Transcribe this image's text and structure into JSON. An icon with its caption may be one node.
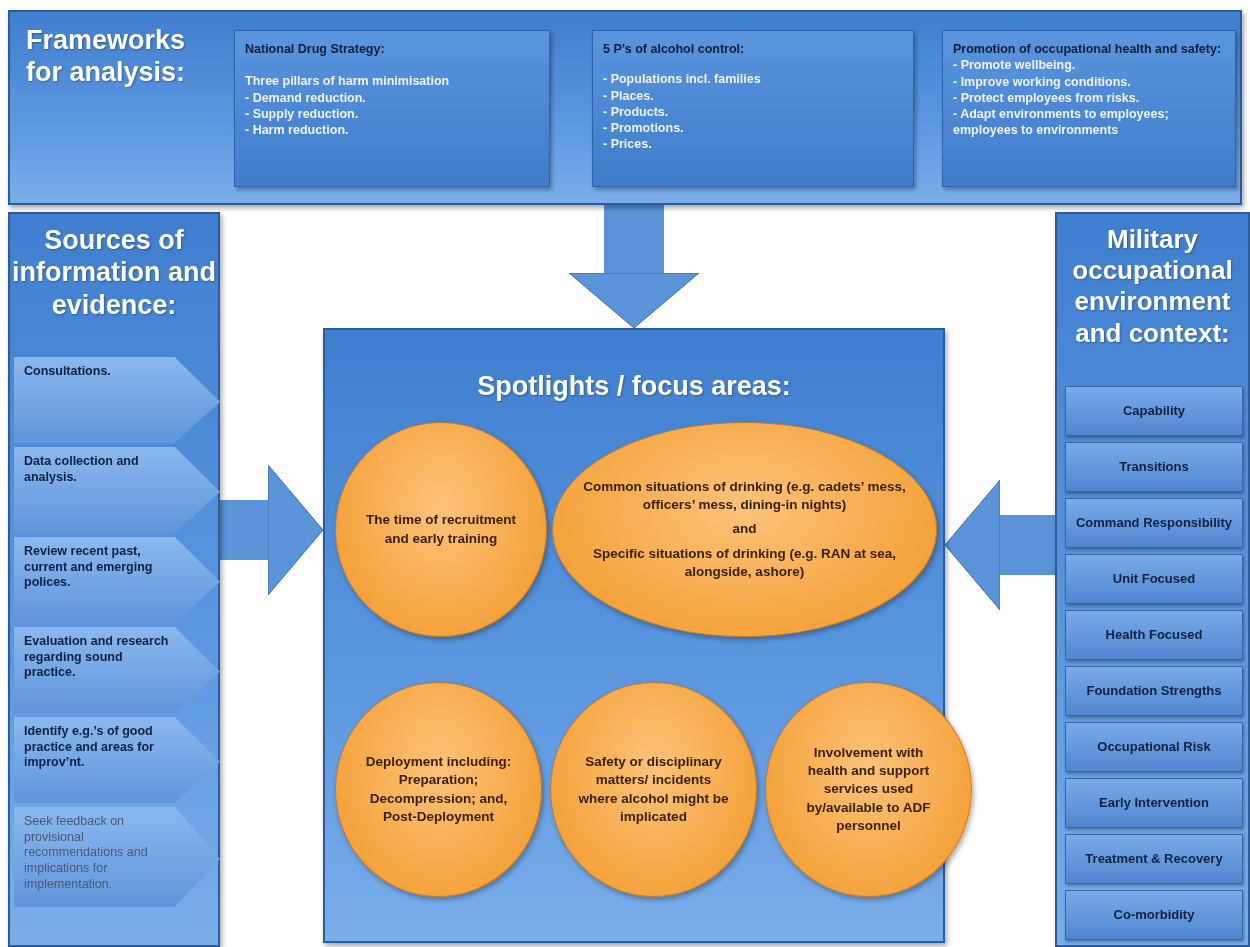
{
  "diagram": {
    "nodes": [
      {
        "text": [
          "Frameworks for analysis:"
        ]
      },
      {
        "text": [
          "National Drug Strategy:",
          "Three pillars of harm minimisation",
          "- Demand reduction.",
          "- Supply reduction.",
          "- Harm reduction."
        ],
        "in": 0
      },
      {
        "text": [
          "5 P’s of alcohol control:",
          "- Populations incl. families",
          "- Places.",
          "- Products.",
          "- Promotions.",
          "- Prices."
        ],
        "in": 0
      },
      {
        "text": [
          "Promotion of occupational health and safety:",
          "- Promote wellbeing.",
          "- Improve working conditions.",
          "- Protect employees from risks.",
          "- Adapt environments to employees; employees to environments"
        ],
        "in": 0
      },
      {
        "text": [
          "Sources of information and evidence:"
        ]
      },
      {
        "text": [
          "Consultations."
        ],
        "in": 4
      },
      {
        "text": [
          "Data collection and analysis."
        ],
        "in": 4
      },
      {
        "text": [
          "Review recent past, current and emerging polices."
        ],
        "in": 4
      },
      {
        "text": [
          "Evaluation and research regarding sound practice."
        ],
        "in": 4
      },
      {
        "text": [
          "Identify e.g.’s of good practice and areas for improv’nt."
        ],
        "in": 4
      },
      {
        "text": [
          "Seek feedback on provisional recommendations and implications for implementation."
        ],
        "in": 4
      },
      {
        "text": [
          "Spotlights / focus areas:"
        ]
      },
      {
        "text": [
          "The time of recruitment and early training"
        ],
        "in": 11
      },
      {
        "text": [
          "Common situations of drinking (e.g. cadets’ mess, officers’ mess, dining-in nights)",
          "and",
          "Specific situations of drinking (e.g. RAN at sea, alongside, ashore)"
        ],
        "in": 11
      },
      {
        "text": [
          "Deployment including: Preparation; Decompression; and, Post-Deployment"
        ],
        "in": 11
      },
      {
        "text": [
          "Safety or disciplinary matters/ incidents where alcohol might be implicated"
        ],
        "in": 11
      },
      {
        "text": [
          "Involvement with health and support services used by/available to ADF personnel"
        ],
        "in": 11
      },
      {
        "text": [
          "Military occupational environment and context:"
        ]
      },
      {
        "text": [
          "Capability"
        ],
        "in": 17
      },
      {
        "text": [
          "Transitions"
        ],
        "in": 17
      },
      {
        "text": [
          "Command Responsibility"
        ],
        "in": 17
      },
      {
        "text": [
          "Unit Focused"
        ],
        "in": 17
      },
      {
        "text": [
          "Health Focused"
        ],
        "in": 17
      },
      {
        "text": [
          "Foundation Strengths"
        ],
        "in": 17
      },
      {
        "text": [
          "Occupational Risk"
        ],
        "in": 17
      },
      {
        "text": [
          "Early Intervention"
        ],
        "in": 17
      },
      {
        "text": [
          "Treatment & Recovery"
        ],
        "in": 17
      },
      {
        "text": [
          "Co-morbidity"
        ],
        "in": 17
      }
    ],
    "edges": [
      {
        "from": 0,
        "to": 11,
        "arrow": "to"
      },
      {
        "from": 4,
        "to": 11,
        "arrow": "to"
      },
      {
        "from": 17,
        "to": 11,
        "arrow": "to"
      }
    ]
  }
}
